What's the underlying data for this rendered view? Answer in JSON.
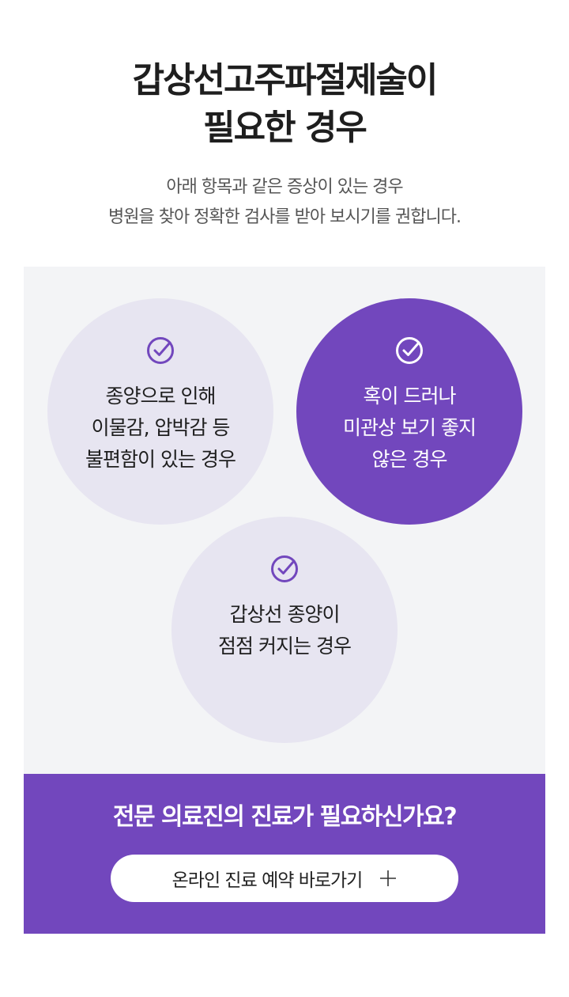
{
  "header": {
    "title_line1": "갑상선고주파절제술이",
    "title_line2": "필요한 경우",
    "subtitle_line1": "아래 항목과 같은 증상이 있는 경우",
    "subtitle_line2": "병원을 찾아 정확한 검사를 받아 보시기를 권합니다."
  },
  "cases": [
    {
      "icon": "check-circle-icon",
      "lines": [
        "종양으로 인해",
        "이물감, 압박감 등",
        "불편함이 있는 경우"
      ]
    },
    {
      "icon": "check-circle-icon",
      "lines": [
        "혹이 드러나",
        "미관상 보기 좋지",
        "않은 경우"
      ]
    },
    {
      "icon": "check-circle-icon",
      "lines": [
        "갑상선 종양이",
        "점점 커지는 경우"
      ]
    }
  ],
  "cta": {
    "title": "전문 의료진의 진료가 필요하신가요?",
    "button_label": "온라인 진료 예약 바로가기",
    "button_icon": "plus-icon"
  },
  "colors": {
    "accent": "#7247bd",
    "circle_light": "#e7e5f1",
    "panel_bg": "#f3f4f6"
  }
}
